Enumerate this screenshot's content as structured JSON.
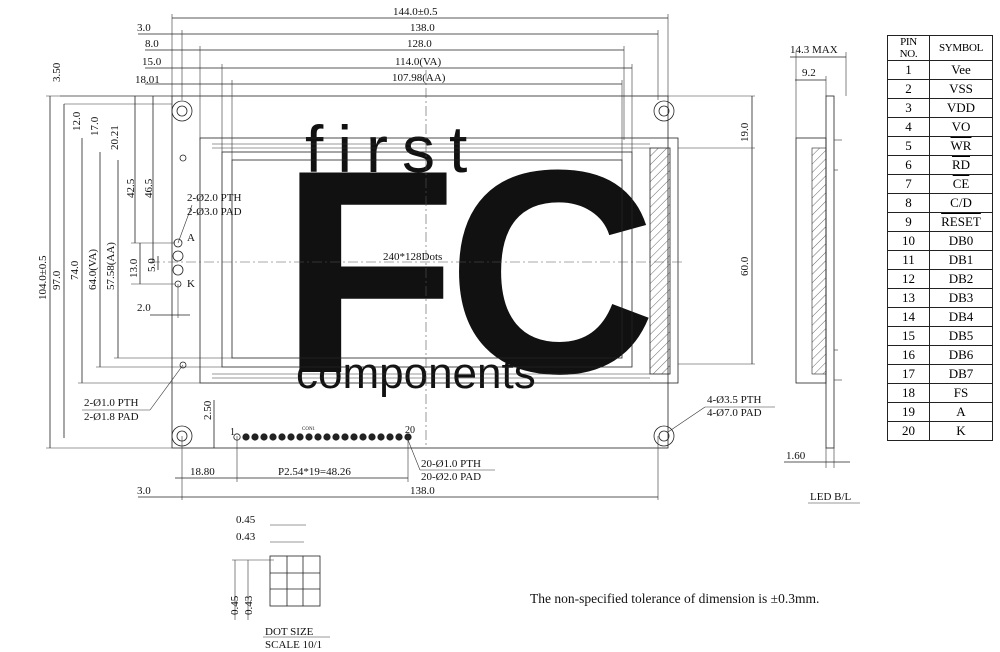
{
  "watermark": {
    "line1": "first",
    "big": "FC",
    "line2": "components",
    "color": "#cfe2f0"
  },
  "dimensions": {
    "top": [
      "144.0±0.5",
      "138.0",
      "128.0",
      "114.0(VA)",
      "107.98(AA)"
    ],
    "top_left": [
      "3.0",
      "8.0",
      "15.0",
      "18.01"
    ],
    "left_small": "3.50",
    "left_vertical": [
      "104.0±0.5",
      "97.0",
      "74.0",
      "64.0(VA)",
      "57.58(AA)",
      "12.0",
      "17.0",
      "20.21",
      "42.5",
      "46.5",
      "13.0",
      "5.0"
    ],
    "right": [
      "19.0",
      "60.0"
    ],
    "led_pitch": "2.0",
    "bottom_left": "18.80",
    "pitch": "P2.54*19=48.26",
    "bottom": "138.0",
    "bottom_offset": "3.0",
    "connector_gap": "2.50"
  },
  "callouts": {
    "led_holes": [
      "2-Ø2.0 PTH",
      "2-Ø3.0 PAD"
    ],
    "led_pins": [
      "A",
      "K"
    ],
    "lower_left": [
      "2-Ø1.0 PTH",
      "2-Ø1.8 PAD"
    ],
    "mount": [
      "4-Ø3.5 PTH",
      "4-Ø7.0 PAD"
    ],
    "connector": [
      "20-Ø1.0 PTH",
      "20-Ø2.0 PAD"
    ],
    "resolution": "240*128Dots",
    "conn_label": "CON1",
    "pin_first": "1",
    "pin_last": "20"
  },
  "side": {
    "max": "14.3 MAX",
    "depth": "9.2",
    "pcb": "1.60",
    "led_label": "LED B/L"
  },
  "dot": {
    "w1": "0.45",
    "w2": "0.43",
    "h1": "0.45",
    "h2": "0.43",
    "title": "DOT SIZE",
    "scale": "SCALE 10/1"
  },
  "note": "The non-specified tolerance of dimension is ±0.3mm.",
  "pin_table": {
    "headers": [
      "PIN NO.",
      "SYMBOL"
    ],
    "rows": [
      {
        "no": "1",
        "sym": "Vee",
        "bar": false
      },
      {
        "no": "2",
        "sym": "VSS",
        "bar": false
      },
      {
        "no": "3",
        "sym": "VDD",
        "bar": false
      },
      {
        "no": "4",
        "sym": "VO",
        "bar": false
      },
      {
        "no": "5",
        "sym": "WR",
        "bar": true
      },
      {
        "no": "6",
        "sym": "RD",
        "bar": true
      },
      {
        "no": "7",
        "sym": "CE",
        "bar": true
      },
      {
        "no": "8",
        "sym": "C/D",
        "bar": false
      },
      {
        "no": "9",
        "sym": "RESET",
        "bar": true
      },
      {
        "no": "10",
        "sym": "DB0",
        "bar": false
      },
      {
        "no": "11",
        "sym": "DB1",
        "bar": false
      },
      {
        "no": "12",
        "sym": "DB2",
        "bar": false
      },
      {
        "no": "13",
        "sym": "DB3",
        "bar": false
      },
      {
        "no": "14",
        "sym": "DB4",
        "bar": false
      },
      {
        "no": "15",
        "sym": "DB5",
        "bar": false
      },
      {
        "no": "16",
        "sym": "DB6",
        "bar": false
      },
      {
        "no": "17",
        "sym": "DB7",
        "bar": false
      },
      {
        "no": "18",
        "sym": "FS",
        "bar": false
      },
      {
        "no": "19",
        "sym": "A",
        "bar": false
      },
      {
        "no": "20",
        "sym": "K",
        "bar": false
      }
    ]
  }
}
